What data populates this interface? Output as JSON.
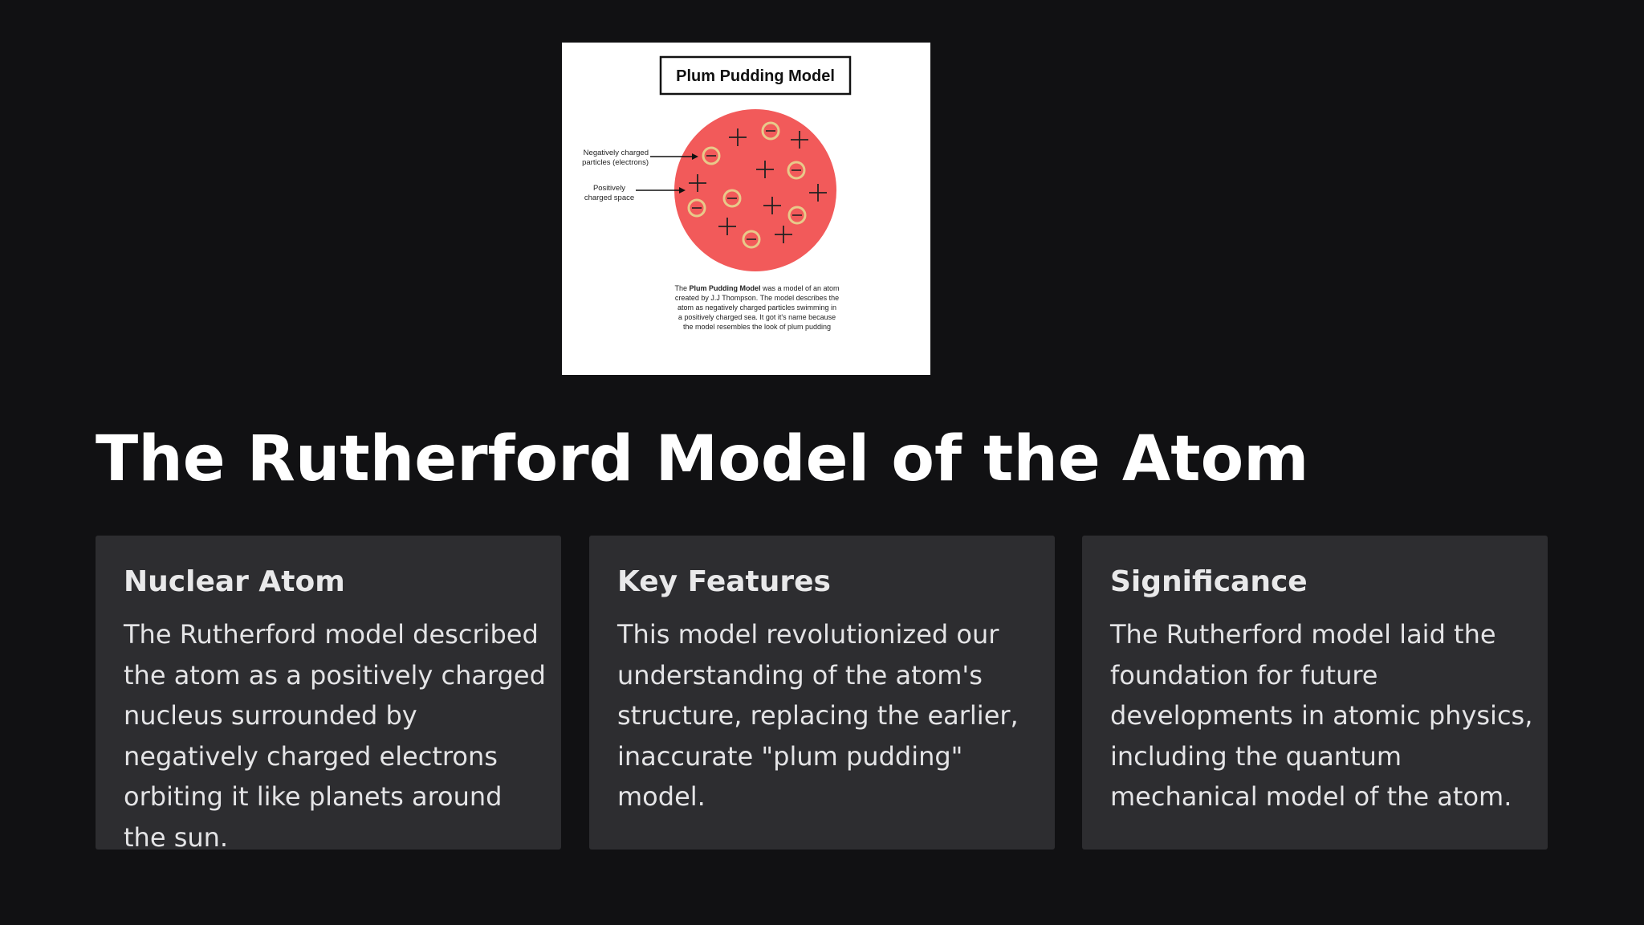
{
  "figure": {
    "title": "Plum Pudding Model",
    "label_electrons_line1": "Negatively charged",
    "label_electrons_line2": "particles (electrons)",
    "label_space_line1": "Positively",
    "label_space_line2": "charged space",
    "caption_line1_pre": "The ",
    "caption_line1_bold": "Plum Pudding Model",
    "caption_line1_post": " was a model of an atom",
    "caption_line2": "created by J.J Thompson. The model describes the",
    "caption_line3": "atom as negatively charged particles swimming in",
    "caption_line4": "a positively charged sea. It got it's name because",
    "caption_line5": "the model resembles the look of  plum pudding",
    "colors": {
      "sphere": "#f25a5a",
      "electron_ring": "#e8c98a"
    }
  },
  "page": {
    "title": "The Rutherford Model of the Atom"
  },
  "cards": [
    {
      "heading": "Nuclear Atom",
      "body": "The Rutherford model described the atom as a positively charged nucleus surrounded by negatively charged electrons orbiting it like planets around the sun."
    },
    {
      "heading": "Key Features",
      "body": "This model revolutionized our understanding of the atom's structure, replacing the earlier, inaccurate \"plum pudding\" model."
    },
    {
      "heading": "Significance",
      "body": "The Rutherford model laid the foundation for future developments in atomic physics, including the quantum mechanical model of the atom."
    }
  ],
  "colors": {
    "background": "#111113",
    "card": "#2d2d30",
    "title": "#ffffff"
  }
}
